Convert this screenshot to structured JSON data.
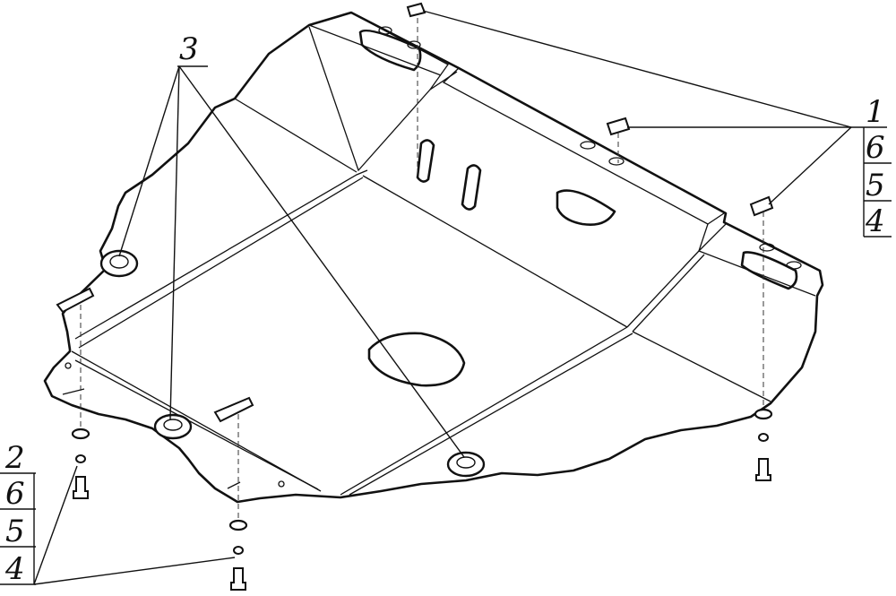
{
  "diagram": {
    "callouts": {
      "right_stack": [
        "1",
        "6",
        "5",
        "4"
      ],
      "left_stack": [
        "2",
        "6",
        "5",
        "4"
      ],
      "top_label": "3"
    },
    "icons": {
      "clip": "clip-nut-icon",
      "rubber_mount": "rubber-mount-icon",
      "bolt": "bolt-icon",
      "washer": "washer-icon"
    }
  }
}
